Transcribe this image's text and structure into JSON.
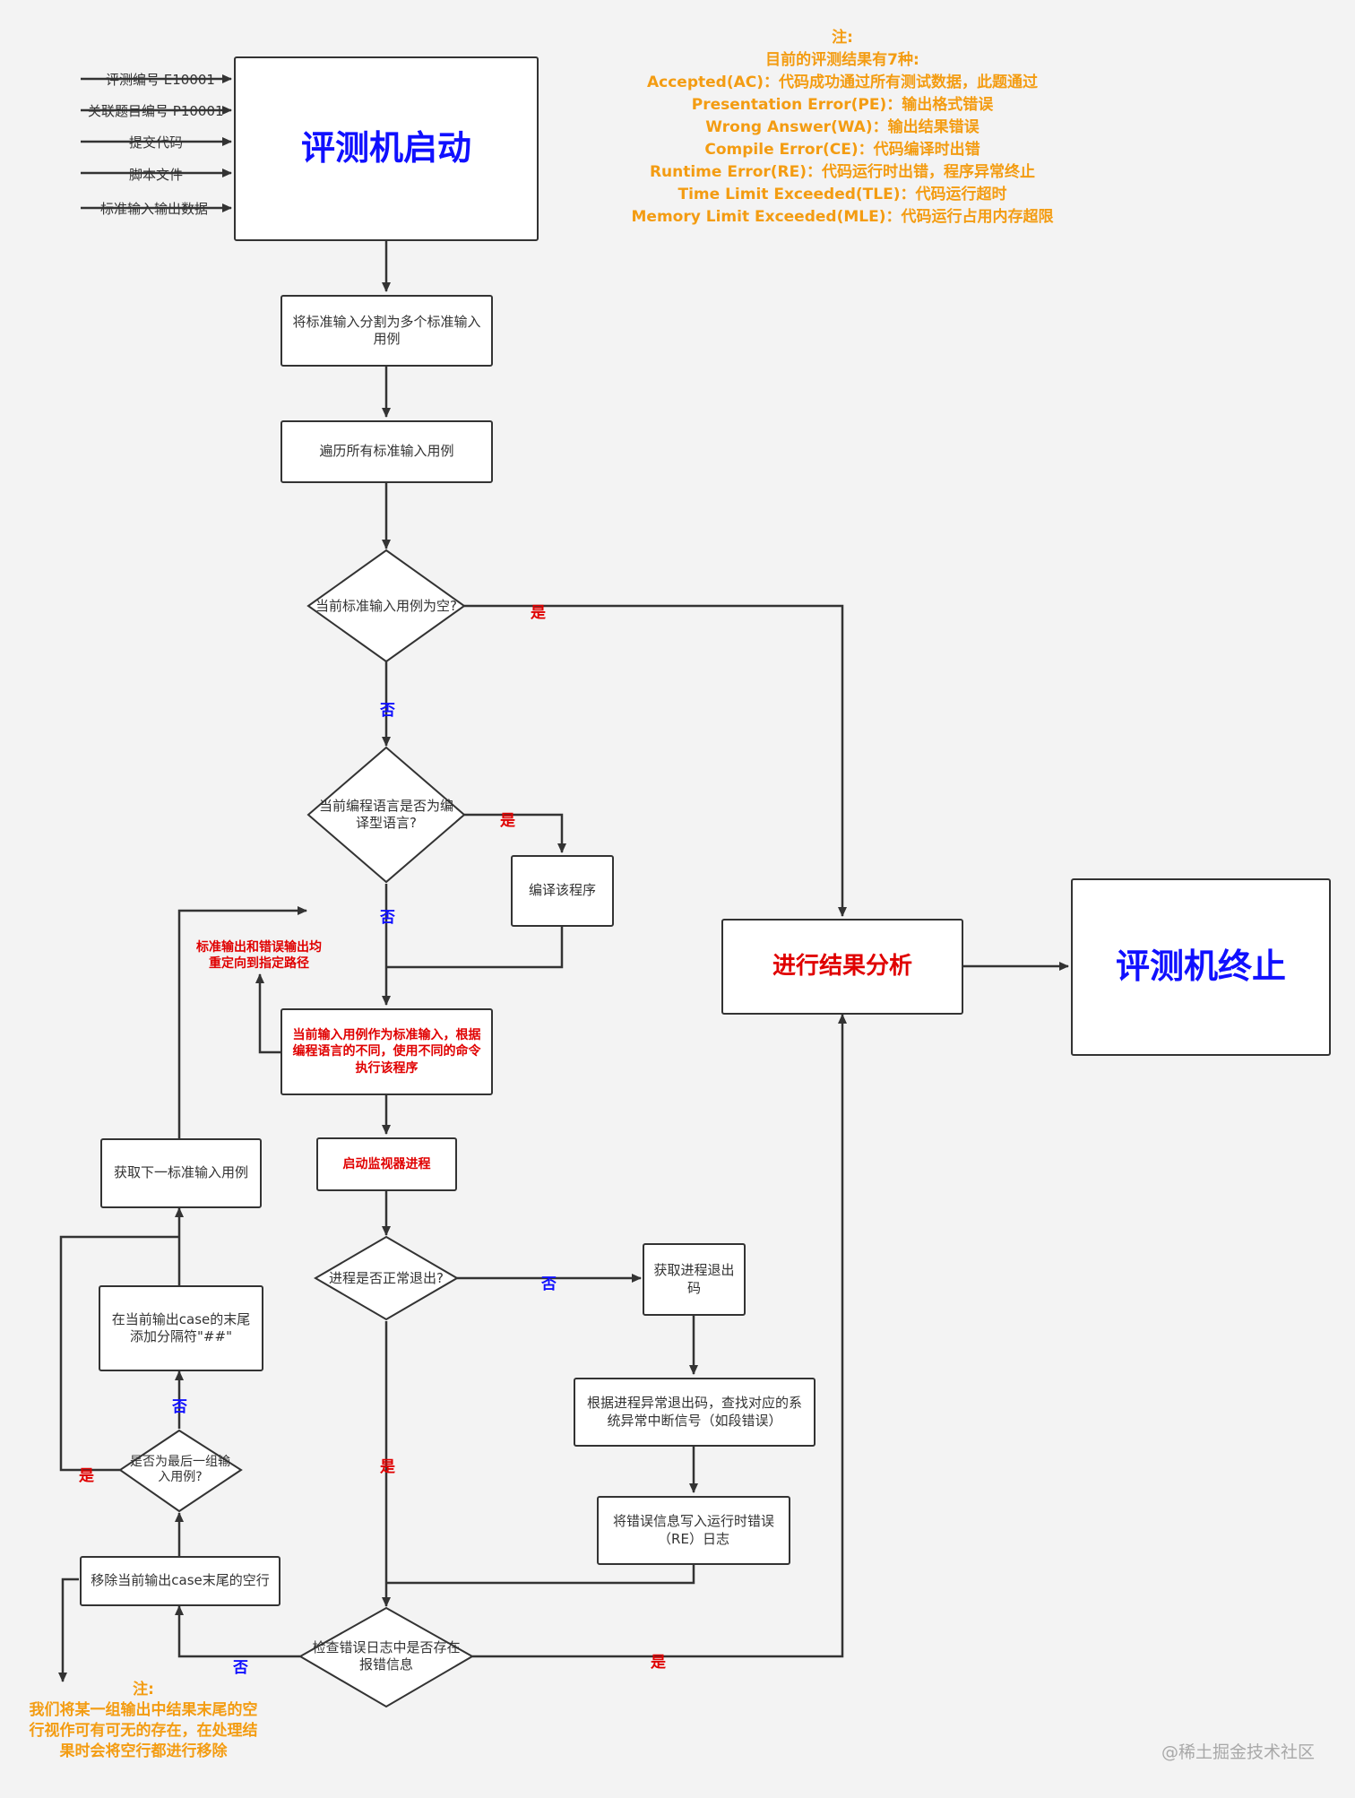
{
  "inputs": [
    "评测编号 E10001",
    "关联题目编号 P10001",
    "提交代码",
    "脚本文件",
    "标准输入输出数据"
  ],
  "nodes": {
    "start": "评测机启动",
    "split": "将标准输入分割为多个标准输入用例",
    "traverse": "遍历所有标准输入用例",
    "is_empty": "当前标准输入用例为空?",
    "is_compiled": "当前编程语言是否为编译型语言?",
    "compile": "编译该程序",
    "execute": "当前输入用例作为标准输入，根据编程语言的不同，使用不同的命令执行该程序",
    "redirect_note": "标准输出和错误输出均重定向到指定路径",
    "monitor": "启动监视器进程",
    "exit_normally": "进程是否正常退出?",
    "get_exit_code": "获取进程退出码",
    "lookup_signal": "根据进程异常退出码，查找对应的系统异常中断信号（如段错误）",
    "write_re_log": "将错误信息写入运行时错误（RE）日志",
    "check_error_log": "检查错误日志中是否存在报错信息",
    "remove_trailing": "移除当前输出case末尾的空行",
    "is_last": "是否为最后一组输入用例?",
    "append_separator": "在当前输出case的末尾添加分隔符\"##\"",
    "next_case": "获取下一标准输入用例",
    "analyze": "进行结果分析",
    "stop": "评测机终止"
  },
  "edge_labels": {
    "yes": "是",
    "no": "否"
  },
  "top_note": {
    "title": "注:",
    "lines": [
      "目前的评测结果有7种:",
      "Accepted(AC)：代码成功通过所有测试数据，此题通过",
      "Presentation Error(PE)：输出格式错误",
      "Wrong Answer(WA)：输出结果错误",
      "Compile Error(CE)：代码编译时出错",
      "Runtime Error(RE)：代码运行时出错，程序异常终止",
      "Time Limit Exceeded(TLE)：代码运行超时",
      "Memory Limit Exceeded(MLE)：代码运行占用内存超限"
    ]
  },
  "bottom_note": {
    "title": "注:",
    "text": "我们将某一组输出中结果末尾的空行视作可有可无的存在，在处理结果时会将空行都进行移除"
  },
  "watermark": "@稀土掘金技术社区",
  "colors": {
    "stroke": "#333333",
    "blue_text": "#1010ff",
    "red_text": "#e00000",
    "note_orange": "#f39c12"
  }
}
